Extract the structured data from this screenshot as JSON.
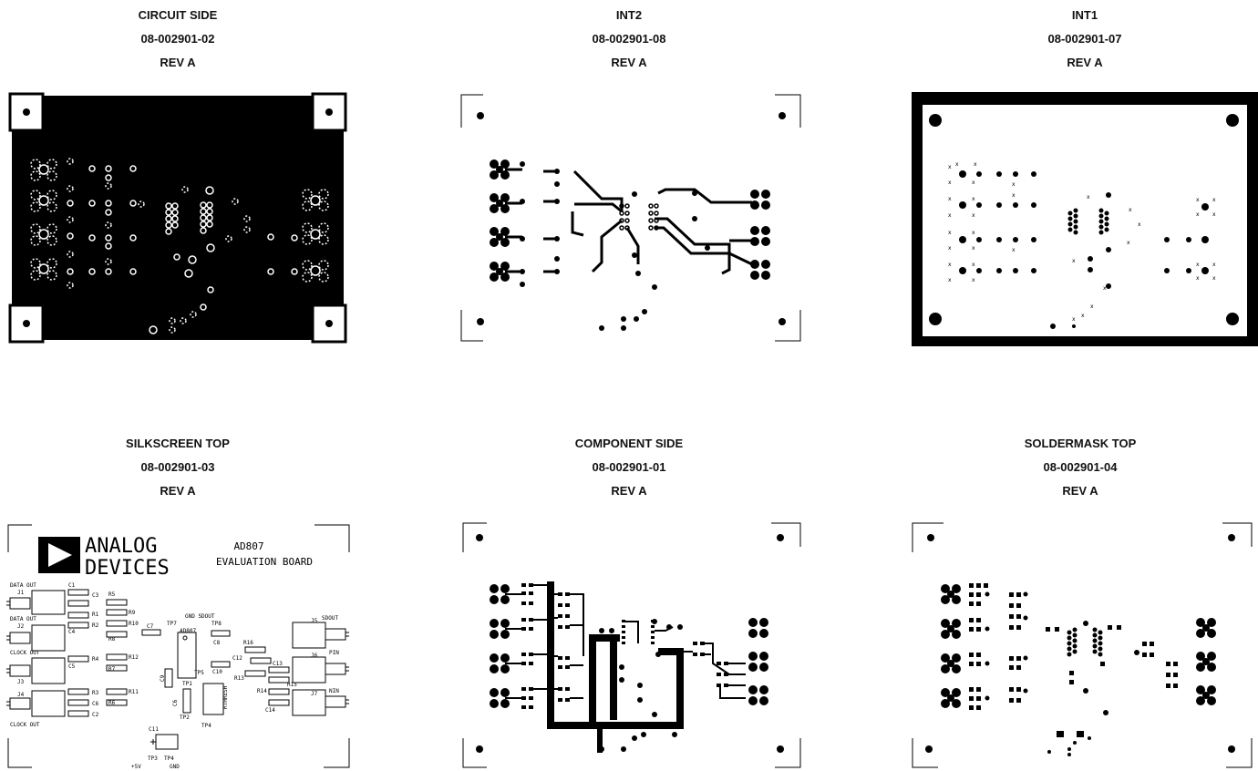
{
  "panels": [
    {
      "title": "CIRCUIT SIDE",
      "part": "08-002901-02",
      "rev": "REV A"
    },
    {
      "title": "INT2",
      "part": "08-002901-08",
      "rev": "REV A"
    },
    {
      "title": "INT1",
      "part": "08-002901-07",
      "rev": "REV A"
    },
    {
      "title": "SILKSCREEN TOP",
      "part": "08-002901-03",
      "rev": "REV A"
    },
    {
      "title": "COMPONENT SIDE",
      "part": "08-002901-01",
      "rev": "REV A"
    },
    {
      "title": "SOLDERMASK TOP",
      "part": "08-002901-04",
      "rev": "REV A"
    }
  ],
  "silkscreen": {
    "logo_line1": "ANALOG",
    "logo_line2": "DEVICES",
    "board_name": "AD807",
    "board_desc": "EVALUATION BOARD",
    "labels": {
      "data_out_1": "DATA OUT",
      "data_out_2": "DATA OUT",
      "clock_out_1": "CLOCK OUT",
      "clock_out_2": "CLOCK OUT",
      "j1": "J1",
      "j2": "J2",
      "j3": "J3",
      "j4": "J4",
      "j5": "J5",
      "j6": "J6",
      "j7": "J7",
      "sdout": "SDOUT",
      "pin": "PIN",
      "nin": "NIN",
      "gnd_sdout": "GND SDOUT",
      "tp7": "TP7",
      "tp8": "TP8",
      "tp5": "TP5",
      "tp1": "TP1",
      "tp2": "TP2",
      "tp3": "TP3",
      "tp4": "TP4",
      "tp4b": "TP4",
      "ad807": "AD807",
      "rthresh": "RTHRESH",
      "plus5v": "+5V",
      "gnd": "GND",
      "c1": "C1",
      "c2": "C2",
      "c3": "C3",
      "c4": "C4",
      "c5": "C5",
      "c6": "C6",
      "c7": "C7",
      "c8": "C8",
      "c9": "C9",
      "c10": "C10",
      "c11": "C11",
      "c12": "C12",
      "c13": "C13",
      "c14": "C14",
      "r1": "R1",
      "r2": "R2",
      "r3": "R3",
      "r4": "R4",
      "r5": "R5",
      "r6": "R6",
      "r7": "R7",
      "r8": "R8",
      "r9": "R9",
      "r10": "R10",
      "r11": "R11",
      "r12": "R12",
      "r13": "R13",
      "r14": "R14",
      "r15": "R15",
      "r16": "R16"
    }
  }
}
